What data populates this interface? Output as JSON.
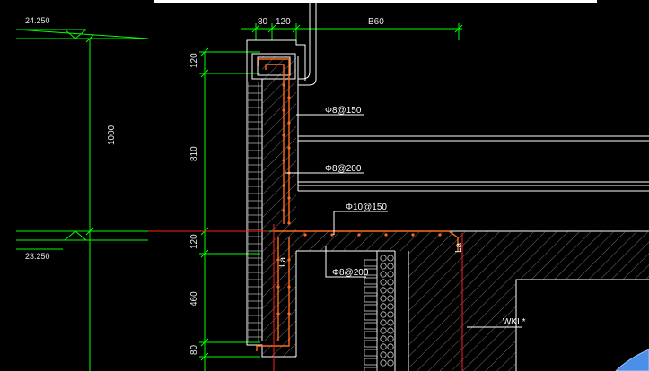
{
  "drawing": {
    "elevations": {
      "top": "24.250",
      "bottom": "23.250"
    },
    "dims_horizontal": [
      "80",
      "120",
      "B60"
    ],
    "dims_vertical": [
      "120",
      "810",
      "120",
      "460",
      "80"
    ],
    "dim_total": "1000",
    "rebar_labels": [
      "Φ8@150",
      "Φ8@200",
      "Φ10@150",
      "Φ8@200"
    ],
    "anchor_labels": [
      "La",
      "La"
    ],
    "beam_label": "WKL*",
    "colors": {
      "background": "#000000",
      "dimension": "#00ff00",
      "outline": "#ffffff",
      "rebar": "#ff6a1a",
      "axis_red": "#ff2020",
      "hatch": "#b0b0b0",
      "selection": "#4a8fe8"
    }
  }
}
